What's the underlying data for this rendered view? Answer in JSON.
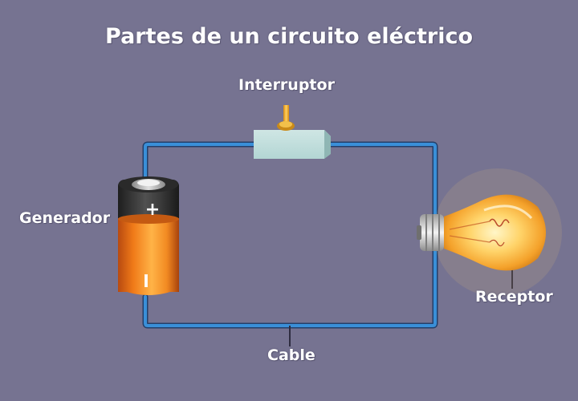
{
  "title": "Partes de un circuito eléctrico",
  "components": {
    "switch": "Interruptor",
    "generator": "Generador",
    "receiver": "Receptor",
    "cable": "Cable"
  },
  "battery_symbols": {
    "positive": "+",
    "negative": "I"
  },
  "colors": {
    "background": "#767391",
    "wire": "#2f7fcf",
    "battery_top": "#3a3a3a",
    "battery_body": "#f07a18",
    "switch_body": "#a9cfcf",
    "bulb_glow": "#ffc14a"
  }
}
